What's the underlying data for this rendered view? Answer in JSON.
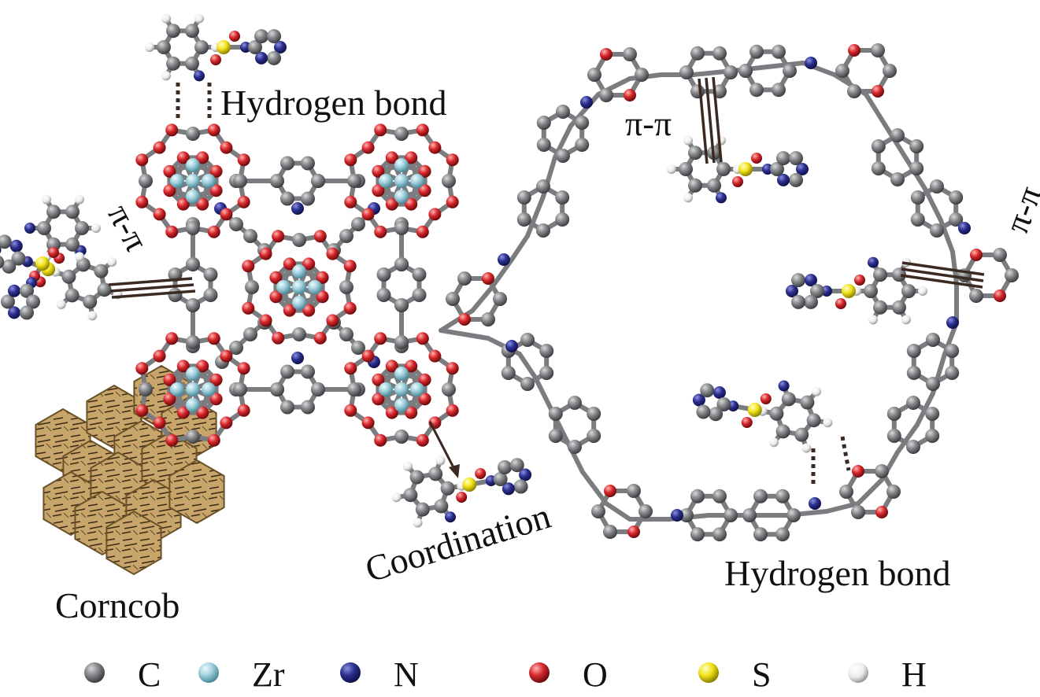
{
  "labels": {
    "hbond_top": "Hydrogen bond",
    "hbond_bottom": "Hydrogen bond",
    "pipi_left": "π-π",
    "pipi_top": "π-π",
    "pipi_right": "π-π",
    "coordination": "Coordination",
    "corncob": "Corncob"
  },
  "legend": [
    {
      "symbol": "C",
      "color": "#808285"
    },
    {
      "symbol": "Zr",
      "color": "#9fd0dc"
    },
    {
      "symbol": "N",
      "color": "#2b2f8f"
    },
    {
      "symbol": "O",
      "color": "#d7282c"
    },
    {
      "symbol": "S",
      "color": "#f2e21a"
    },
    {
      "symbol": "H",
      "color": "#f2f2f2"
    }
  ],
  "colors": {
    "carbon": "#808285",
    "zirconium": "#9fd0dc",
    "nitrogen": "#2b2f8f",
    "oxygen": "#d7282c",
    "sulfur": "#f2e21a",
    "hydrogen": "#f2f2f2",
    "bond": "#7d7d7d",
    "stacking_line": "#3b2a22",
    "corncob": "#c8a66b"
  }
}
